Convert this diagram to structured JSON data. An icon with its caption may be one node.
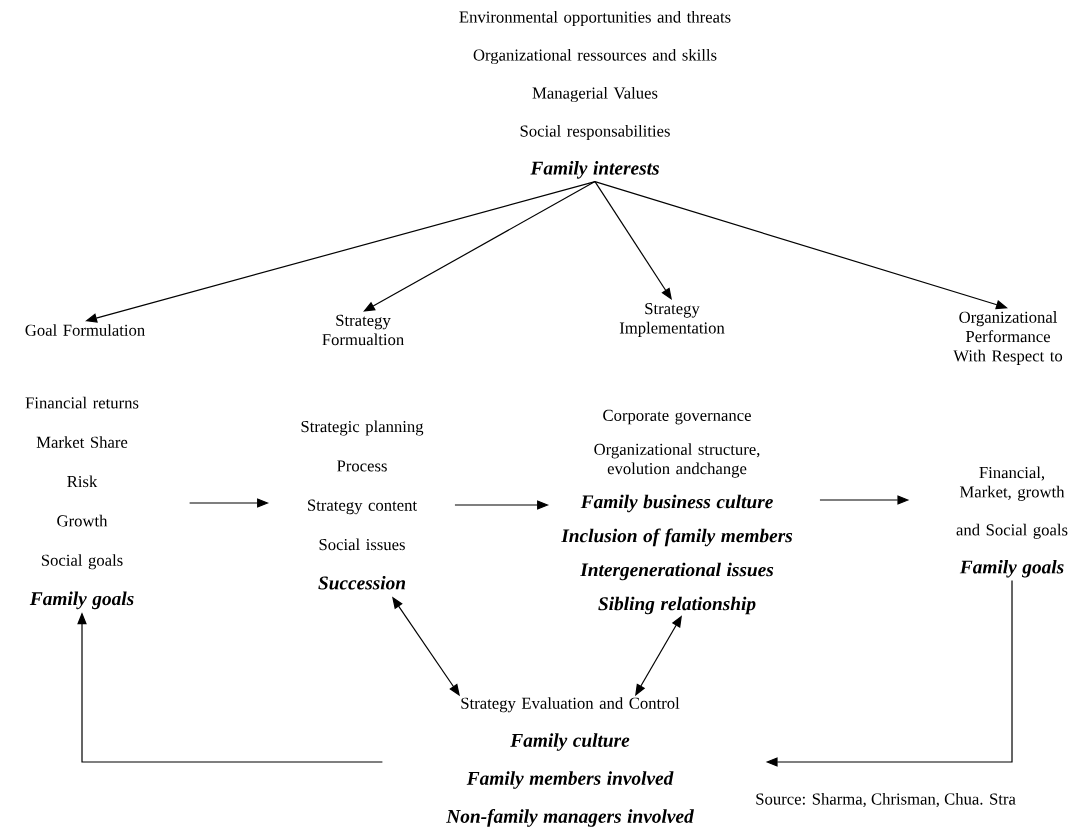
{
  "diagram": {
    "nodes": [
      {
        "text": [
          "Environmental opportunities and threats",
          "Organizational ressources and skills",
          "Managerial Values",
          "Social responsabilities",
          "**Family interests**"
        ]
      },
      {
        "text": [
          "Goal Formulation"
        ]
      },
      {
        "text": [
          "Strategy Formualtion"
        ]
      },
      {
        "text": [
          "Strategy Implementation"
        ]
      },
      {
        "text": [
          "Organizational Performance With Respect to"
        ]
      },
      {
        "text": [
          "Financial returns",
          "Market Share",
          "Risk",
          "Growth",
          "Social goals",
          "**Family goals**"
        ]
      },
      {
        "text": [
          "Strategic planning",
          "Process",
          "Strategy content",
          "Social issues",
          "**Succession**"
        ]
      },
      {
        "text": [
          "Corporate governance",
          "Organizational structure, evolution andchange",
          "**Family business culture**",
          "**Inclusion of family members**",
          "**Intergenerational issues**",
          "**Sibling relationship**"
        ]
      },
      {
        "text": [
          "Financial, Market, growth",
          "and Social goals",
          "**Family goals**"
        ]
      },
      {
        "text": [
          "Strategy Evaluation and Control",
          "**Family culture**",
          "**Family members involved**",
          "**Non-family managers involved**"
        ]
      }
    ],
    "edges": [
      {
        "from": 0,
        "to": 1,
        "arrow": "to"
      },
      {
        "from": 0,
        "to": 2,
        "arrow": "to"
      },
      {
        "from": 0,
        "to": 3,
        "arrow": "to"
      },
      {
        "from": 0,
        "to": 4,
        "arrow": "to"
      },
      {
        "from": 5,
        "to": 6,
        "arrow": "to"
      },
      {
        "from": 6,
        "to": 7,
        "arrow": "to"
      },
      {
        "from": 7,
        "to": 8,
        "arrow": "to"
      },
      {
        "from": 6,
        "to": 9,
        "arrow": "both"
      },
      {
        "from": 7,
        "to": 9,
        "arrow": "both"
      },
      {
        "from": 8,
        "to": 9,
        "arrow": "to"
      },
      {
        "from": 9,
        "to": 5,
        "arrow": "to"
      }
    ],
    "labels": [
      "Source: Sharma, Chrisman, Chua. Stra"
    ]
  }
}
